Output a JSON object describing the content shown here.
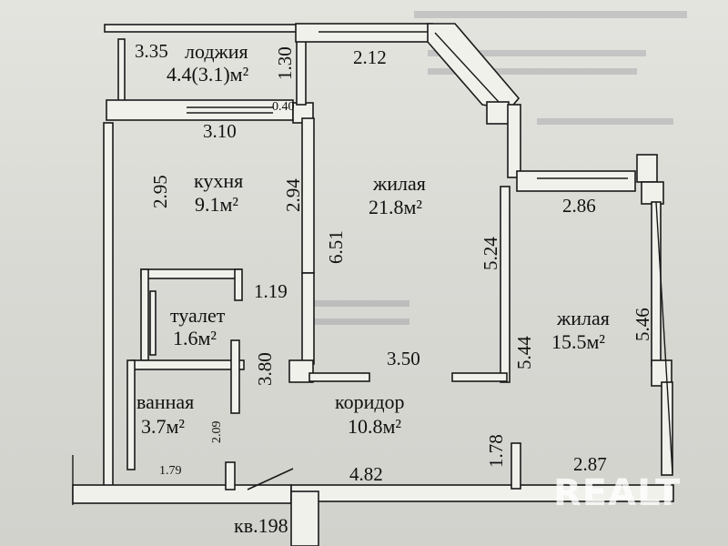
{
  "watermark": "REALT",
  "apartment_label": "кв.198",
  "rooms": {
    "loggia": {
      "name": "лоджия",
      "area": "4.4(3.1)м²"
    },
    "kitchen": {
      "name": "кухня",
      "area": "9.1м²"
    },
    "living_large": {
      "name": "жилая",
      "area": "21.8м²"
    },
    "living_small": {
      "name": "жилая",
      "area": "15.5м²"
    },
    "toilet": {
      "name": "туалет",
      "area": "1.6м²"
    },
    "bathroom": {
      "name": "ванная",
      "area": "3.7м²"
    },
    "corridor": {
      "name": "коридор",
      "area": "10.8м²"
    }
  },
  "dimensions": {
    "d_3_35": "3.35",
    "d_1_30": "1.30",
    "d_2_12": "2.12",
    "d_0_40": "0.40",
    "d_3_10": "3.10",
    "d_2_95": "2.95",
    "d_2_94": "2.94",
    "d_6_51": "6.51",
    "d_5_24": "5.24",
    "d_2_86": "2.86",
    "d_1_19": "1.19",
    "d_5_46": "5.46",
    "d_3_80": "3.80",
    "d_3_50": "3.50",
    "d_5_44": "5.44",
    "d_2_09": "2.09",
    "d_1_78": "1.78",
    "d_2_87": "2.87",
    "d_1_79": "1.79",
    "d_4_82": "4.82"
  }
}
